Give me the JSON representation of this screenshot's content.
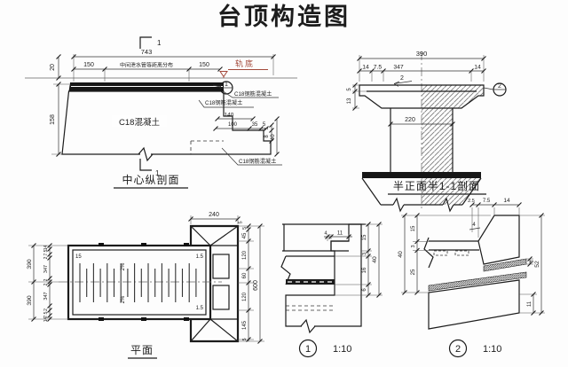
{
  "title": "台顶构造图",
  "colors": {
    "line": "#1c1c1c",
    "accent": "#a3493b",
    "background": "#fdfdfd"
  },
  "long_section": {
    "label": "中心纵剖面",
    "section_mark": "1",
    "rail_label": "轨底",
    "material": "C18混凝土",
    "note_rc_top": "C18钢筋混凝土",
    "note_rc_mid": "C18钢筋混凝土",
    "note_rc_bottom": "C18钢筋混凝土",
    "drain_note": "中间泄水管等距离分布",
    "dims": {
      "total": "743",
      "left150": "150",
      "right150": "150",
      "h20": "20",
      "h158": "158",
      "w140": "140",
      "w100": "100",
      "w35": "35",
      "w5": "5",
      "v5": "5",
      "v8": "8",
      "v40": "40"
    }
  },
  "half_front": {
    "label": "半正面半1-1剖面",
    "callout": "2",
    "dims": {
      "total": "390",
      "l14": "14",
      "d75": "7.5",
      "d347": "347",
      "slope": "2",
      "r14": "14",
      "col": "220",
      "e5": "5",
      "e13": "13"
    }
  },
  "plan": {
    "label": "平面",
    "dims": {
      "flange": "240",
      "flange5": "5",
      "total_v": "600",
      "right": [
        "5",
        "45",
        "120",
        "60",
        "120",
        "145",
        "5"
      ],
      "outer_top": "390",
      "outer_bottom": "390",
      "inner_top": [
        "14",
        "7.5",
        "2",
        "347",
        "2"
      ],
      "inner_bottom": [
        "2",
        "347",
        "2",
        "7.5",
        "14"
      ],
      "tl": "15",
      "tr": "1.5",
      "br": "1.5",
      "slope_top": "2%",
      "slope_bottom": "2%"
    }
  },
  "detail1": {
    "callout": "1",
    "scale": "1:10",
    "dims": {
      "d4": "4",
      "d11": "11",
      "d15": "15",
      "d3": "3",
      "d16": "16",
      "d6": "6",
      "d40": "40"
    }
  },
  "detail2": {
    "callout": "2",
    "scale": "1:10",
    "dims": {
      "d25": "2.5",
      "d75": "7.5",
      "d14": "14",
      "d4": "4",
      "l15": "15",
      "l3": "3",
      "l25": "25",
      "l40": "40",
      "r3": "3",
      "r52": "52",
      "r11": "11"
    }
  }
}
